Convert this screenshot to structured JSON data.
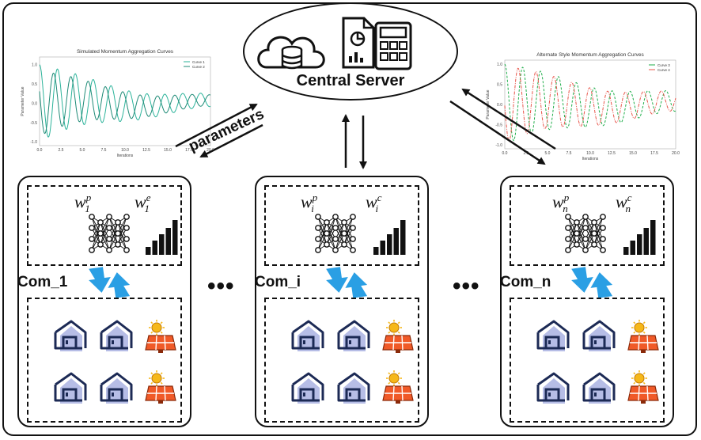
{
  "server": {
    "title": "Central Server",
    "icons": [
      "cloud-database-icon",
      "report-chart-icon",
      "calculator-icon"
    ]
  },
  "edge_label": "parameters",
  "ellipsis": "•••",
  "communities": [
    {
      "label": "Com_1",
      "w_p": "w",
      "w_p_sub": "1",
      "w_p_sup": "p",
      "w_c": "w",
      "w_c_sub": "1",
      "w_c_sup": "e"
    },
    {
      "label": "Com_i",
      "w_p": "w",
      "w_p_sub": "i",
      "w_p_sup": "p",
      "w_c": "w",
      "w_c_sub": "i",
      "w_c_sup": "c"
    },
    {
      "label": "Com_n",
      "w_p": "w",
      "w_p_sub": "n",
      "w_p_sup": "p",
      "w_c": "w",
      "w_c_sub": "n",
      "w_c_sup": "c"
    }
  ],
  "colors": {
    "swap_arrow": "#2a9fe4",
    "house_fill": "#b6bde6",
    "house_stroke": "#1c2a55",
    "solar": "#f05a28",
    "sun": "#f6b81a",
    "curve1": "#2bb39a",
    "curve2": "#1e8a76",
    "curve3": "#1fae4a",
    "curve4": "#e8554a"
  },
  "chart_data": [
    {
      "type": "line",
      "title": "Simulated Momentum Aggregation Curves",
      "xlabel": "Iterations",
      "ylabel": "Parameter Value",
      "xlim": [
        0,
        20
      ],
      "ylim": [
        -1.1,
        1.2
      ],
      "xticks": [
        "0.0",
        "2.5",
        "5.0",
        "7.5",
        "10.0",
        "12.5",
        "15.0",
        "17.5",
        "20.0"
      ],
      "yticks": [
        "1.0",
        "0.5",
        "0.0",
        "-0.5",
        "-1.0"
      ],
      "legend_position": "top-right",
      "series": [
        {
          "name": "Curve 1",
          "amplitude": 1.0,
          "decay": 0.09,
          "frequency": 3.0,
          "phase": 0.0
        },
        {
          "name": "Curve 2",
          "amplitude": 0.85,
          "decay": 0.09,
          "frequency": 3.1,
          "phase": 1.2
        }
      ]
    },
    {
      "type": "line",
      "title": "Alternate Style Momentum Aggregation Curves",
      "xlabel": "Iterations",
      "ylabel": "Parameter Value",
      "xlim": [
        0,
        20
      ],
      "ylim": [
        -1.1,
        1.1
      ],
      "xticks": [
        "0.0",
        "2.5",
        "5.0",
        "7.5",
        "10.0",
        "12.5",
        "15.0",
        "17.5",
        "20.0"
      ],
      "yticks": [
        "1.0",
        "0.5",
        "0.0",
        "-0.5",
        "-1.0"
      ],
      "legend_position": "top-right",
      "series": [
        {
          "name": "Curve 3",
          "amplitude": 1.0,
          "decay": 0.07,
          "frequency": 3.0,
          "phase": 0.0,
          "style": "dashed"
        },
        {
          "name": "Curve 4",
          "amplitude": 0.95,
          "decay": 0.07,
          "frequency": 3.0,
          "phase": 1.6,
          "style": "dash-dot"
        }
      ]
    }
  ]
}
